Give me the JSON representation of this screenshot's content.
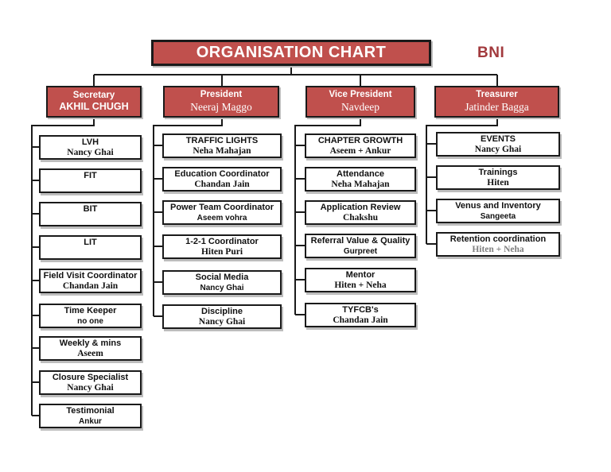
{
  "title": "ORGANISATION CHART",
  "brand": "BNI",
  "colors": {
    "box_fill_red": "#C0504D",
    "brand_text_red": "#A23A3D",
    "line_black": "#1A1A1A",
    "muted_name_gray": "#7F7F7F"
  },
  "columns": [
    {
      "role": "Secretary",
      "name": "AKHIL CHUGH",
      "items": [
        {
          "title": "LVH",
          "name": "Nancy Ghai"
        },
        {
          "title": "FIT",
          "name": ""
        },
        {
          "title": "BIT",
          "name": ""
        },
        {
          "title": "LIT",
          "name": ""
        },
        {
          "title": "Field Visit Coordinator",
          "name": "Chandan Jain"
        },
        {
          "title": "Time Keeper",
          "name": "no one"
        },
        {
          "title": "Weekly & mins",
          "name": "Aseem"
        },
        {
          "title": "Closure Specialist",
          "name": "Nancy Ghai"
        },
        {
          "title": "Testimonial",
          "name": "Ankur"
        }
      ]
    },
    {
      "role": "President",
      "name": "Neeraj Maggo",
      "items": [
        {
          "title": "TRAFFIC LIGHTS",
          "name": "Neha Mahajan"
        },
        {
          "title": "Education Coordinator",
          "name": "Chandan Jain"
        },
        {
          "title": "Power Team Coordinator",
          "name": "Aseem vohra"
        },
        {
          "title": "1-2-1 Coordinator",
          "name": "Hiten Puri"
        },
        {
          "title": "Social Media",
          "name": "Nancy Ghai"
        },
        {
          "title": "Discipline",
          "name": "Nancy Ghai"
        }
      ]
    },
    {
      "role": "Vice President",
      "name": "Navdeep",
      "items": [
        {
          "title": "CHAPTER GROWTH",
          "name": "Aseem + Ankur"
        },
        {
          "title": "Attendance",
          "name": "Neha Mahajan"
        },
        {
          "title": "Application Review",
          "name": "Chakshu"
        },
        {
          "title": "Referral Value & Quality",
          "name": "Gurpreet"
        },
        {
          "title": "Mentor",
          "name": "Hiten + Neha"
        },
        {
          "title": "TYFCB's",
          "name": "Chandan Jain"
        }
      ]
    },
    {
      "role": "Treasurer",
      "name": "Jatinder Bagga",
      "items": [
        {
          "title": "EVENTS",
          "name": "Nancy Ghai"
        },
        {
          "title": "Trainings",
          "name": "Hiten"
        },
        {
          "title": "Venus and Inventory",
          "name": "Sangeeta"
        },
        {
          "title": "Retention coordination",
          "name": "Hiten + Neha"
        }
      ]
    }
  ]
}
